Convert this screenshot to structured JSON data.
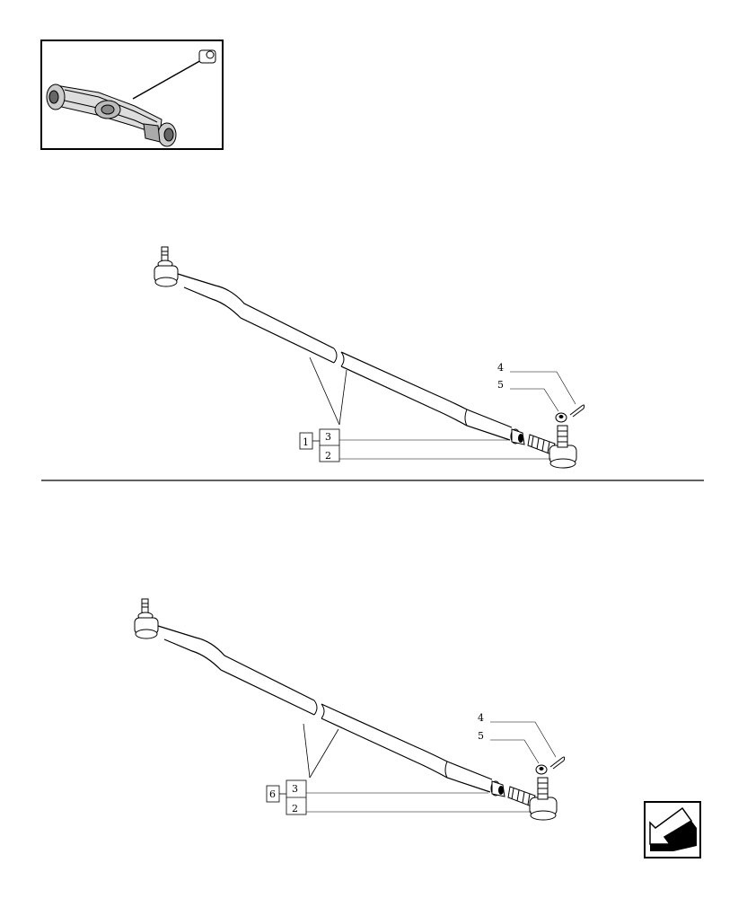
{
  "thumbnail": {
    "icon": "front-axle-thumbnail"
  },
  "diagram_top": {
    "kit_ref": "1",
    "callouts": [
      "3",
      "2",
      "4",
      "5"
    ]
  },
  "diagram_bottom": {
    "kit_ref": "6",
    "callouts": [
      "3",
      "2",
      "4",
      "5"
    ]
  },
  "nav": {
    "icon": "next-page-arrow-icon"
  }
}
